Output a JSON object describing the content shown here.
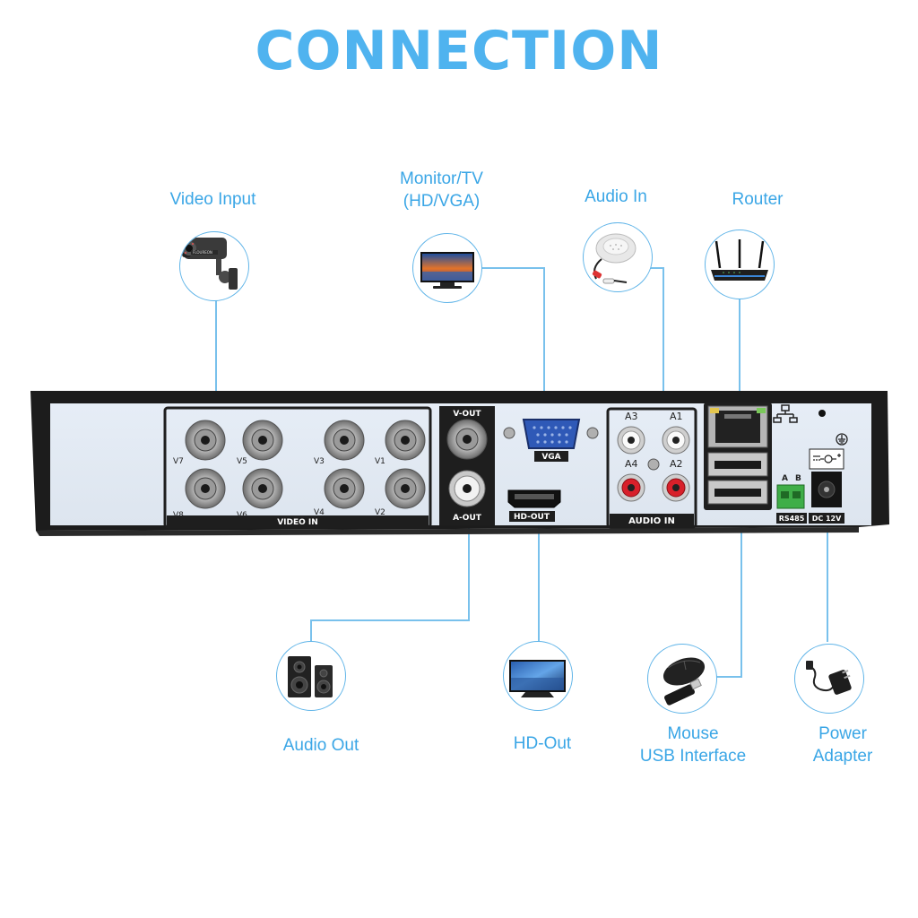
{
  "title": "CONNECTION",
  "labels": {
    "video_input": "Video Input",
    "monitor_tv_1": "Monitor/TV",
    "monitor_tv_2": "(HD/VGA)",
    "audio_in": "Audio In",
    "router": "Router",
    "audio_out": "Audio Out",
    "hd_out": "HD-Out",
    "mouse_1": "Mouse",
    "mouse_2": "USB Interface",
    "power_1": "Power",
    "power_2": "Adapter"
  },
  "panel": {
    "video_in": "VIDEO IN",
    "v_out": "V-OUT",
    "a_out": "A-OUT",
    "vga": "VGA",
    "hd_out": "HD-OUT",
    "audio_in": "AUDIO IN",
    "rs485": "RS485",
    "dc": "DC 12V",
    "a": "A",
    "b": "B",
    "channels": [
      "V7",
      "V5",
      "V3",
      "V1",
      "V8",
      "V6",
      "V4",
      "V2"
    ],
    "audio_channels": [
      "A3",
      "A1",
      "A4",
      "A2"
    ]
  },
  "camera_brand": "FLOUREON",
  "colors": {
    "accent": "#4fb3ef",
    "line": "#79c1ec",
    "panel": "#e8eef6",
    "chassis": "#1c1c1c"
  },
  "icons": [
    "bullet-camera-icon",
    "monitor-icon",
    "microphone-icon",
    "router-icon",
    "speakers-icon",
    "tv-icon",
    "mouse-usb-icon",
    "power-adapter-icon"
  ]
}
